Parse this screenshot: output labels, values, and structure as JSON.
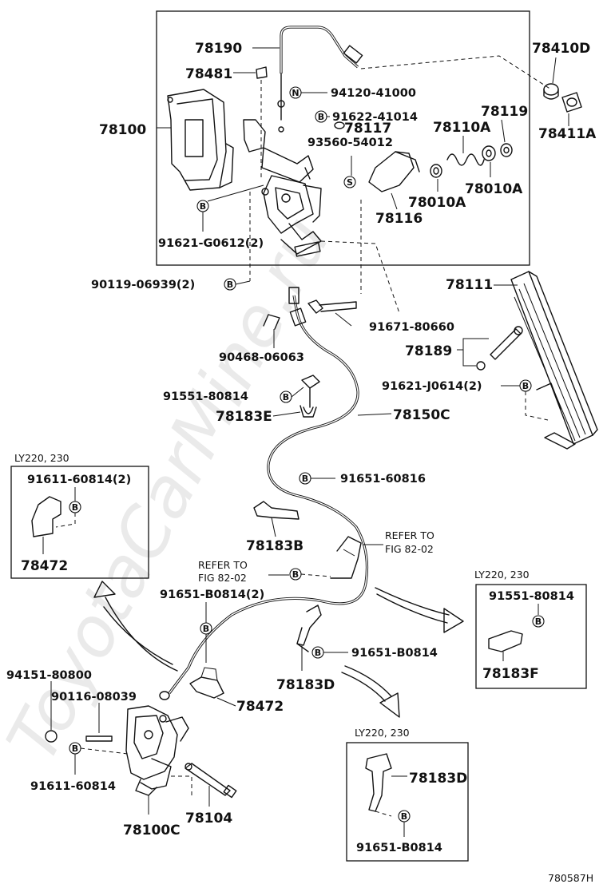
{
  "diagram_id": "780587H",
  "watermark": "ToyotaCarMine.ru",
  "parts": {
    "p78190": "78190",
    "p78481": "78481",
    "p94120_41000": "94120-41000",
    "p91622_41014": "91622-41014",
    "p78117": "78117",
    "p93560_54012": "93560-54012",
    "p78100": "78100",
    "p78410D": "78410D",
    "p78411A": "78411A",
    "p78119": "78119",
    "p78110A": "78110A",
    "p78010A_a": "78010A",
    "p78010A_b": "78010A",
    "p78116": "78116",
    "p91621_G0612": "91621-G0612(2)",
    "p90119_06939": "90119-06939(2)",
    "p78111": "78111",
    "p91671_80660": "91671-80660",
    "p78189": "78189",
    "p90468_06063": "90468-06063",
    "p91621_J0614": "91621-J0614(2)",
    "p91551_80814": "91551-80814",
    "p78183E": "78183E",
    "p78150C": "78150C",
    "p91651_60816": "91651-60816",
    "p78183B": "78183B",
    "p91651_B0814_2": "91651-B0814(2)",
    "p91651_B0814": "91651-B0814",
    "p78183D": "78183D",
    "p78472": "78472",
    "p94151_80800": "94151-80800",
    "p90116_08039": "90116-08039",
    "p91611_60814": "91611-60814",
    "p78104": "78104",
    "p78100C": "78100C"
  },
  "refers": [
    {
      "line1": "REFER TO",
      "line2": "FIG 82-02"
    },
    {
      "line1": "REFER TO",
      "line2": "FIG 82-02"
    }
  ],
  "insets": {
    "left": {
      "title": "LY220, 230",
      "part_a": "91611-60814(2)",
      "part_b": "78472"
    },
    "right": {
      "title": "LY220, 230",
      "part_a": "91551-80814",
      "part_b": "78183F"
    },
    "bottom": {
      "title": "LY220, 230",
      "part_a": "78183D",
      "part_b": "91651-B0814"
    }
  },
  "callouts": {
    "bolt": "B",
    "nut": "N",
    "screw": "S"
  }
}
